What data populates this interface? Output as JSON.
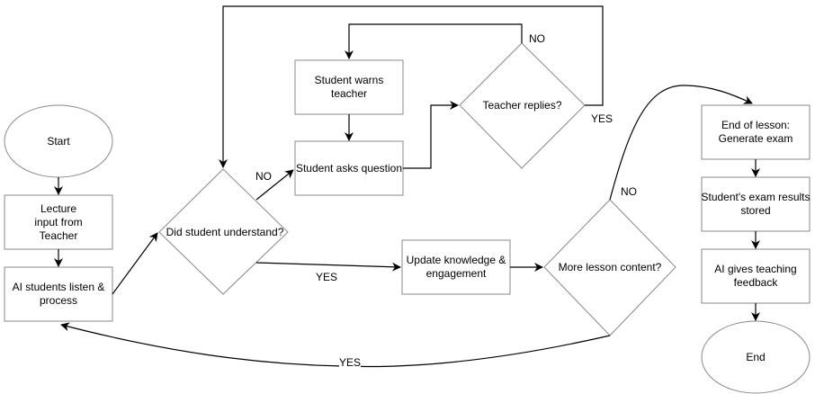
{
  "nodes": {
    "start": "Start",
    "lecture": "Lecture\ninput from\nTeacher",
    "listen": "AI students listen &\nprocess",
    "understand": "Did student understand?",
    "warns": "Student warns\nteacher",
    "asks": "Student asks question",
    "replies": "Teacher replies?",
    "update": "Update knowledge &\nengagement",
    "more": "More lesson content?",
    "exam": "End of lesson:\nGenerate exam",
    "stored": "Student's exam results\nstored",
    "feedback": "AI gives teaching\nfeedback",
    "end": "End"
  },
  "edges": {
    "understand_no": "NO",
    "understand_yes": "YES",
    "replies_no": "NO",
    "replies_yes": "YES",
    "more_no": "NO",
    "more_yes": "YES"
  }
}
